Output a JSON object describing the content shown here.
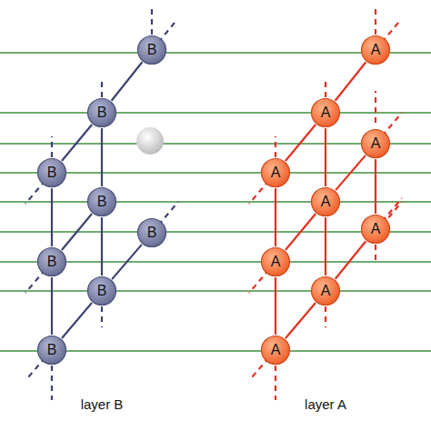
{
  "diagram": {
    "nodes": [
      {
        "text": [
          "B"
        ]
      },
      {
        "text": [
          "B"
        ]
      },
      {
        "text": [
          "B"
        ]
      },
      {
        "text": [
          "B"
        ]
      },
      {
        "text": [
          "B"
        ]
      },
      {
        "text": [
          "B"
        ]
      },
      {
        "text": [
          "B"
        ]
      },
      {
        "text": [
          "B"
        ]
      },
      {
        "text": [
          "A"
        ]
      },
      {
        "text": [
          "A"
        ]
      },
      {
        "text": [
          "A"
        ]
      },
      {
        "text": [
          "A"
        ]
      },
      {
        "text": [
          "A"
        ]
      },
      {
        "text": [
          "A"
        ]
      },
      {
        "text": [
          "A"
        ]
      },
      {
        "text": [
          "A"
        ]
      },
      {
        "text": [
          "A"
        ]
      }
    ],
    "edges": [
      {
        "from": 2,
        "to": 1,
        "arrow": "none"
      },
      {
        "from": 1,
        "to": 0,
        "arrow": "none"
      },
      {
        "from": 5,
        "to": 3,
        "arrow": "none"
      },
      {
        "from": 7,
        "to": 6,
        "arrow": "none"
      },
      {
        "from": 6,
        "to": 4,
        "arrow": "none"
      },
      {
        "from": 2,
        "to": 5,
        "arrow": "none"
      },
      {
        "from": 5,
        "to": 7,
        "arrow": "none"
      },
      {
        "from": 1,
        "to": 3,
        "arrow": "none"
      },
      {
        "from": 3,
        "to": 6,
        "arrow": "none"
      },
      {
        "from": 11,
        "to": 9,
        "arrow": "none"
      },
      {
        "from": 9,
        "to": 8,
        "arrow": "none"
      },
      {
        "from": 14,
        "to": 12,
        "arrow": "none"
      },
      {
        "from": 12,
        "to": 10,
        "arrow": "none"
      },
      {
        "from": 16,
        "to": 15,
        "arrow": "none"
      },
      {
        "from": 15,
        "to": 13,
        "arrow": "none"
      },
      {
        "from": 11,
        "to": 14,
        "arrow": "none"
      },
      {
        "from": 14,
        "to": 16,
        "arrow": "none"
      },
      {
        "from": 9,
        "to": 12,
        "arrow": "none"
      },
      {
        "from": 12,
        "to": 15,
        "arrow": "none"
      },
      {
        "from": 10,
        "to": 13,
        "arrow": "none"
      }
    ],
    "labels": [
      "layer B",
      "layer A"
    ]
  }
}
